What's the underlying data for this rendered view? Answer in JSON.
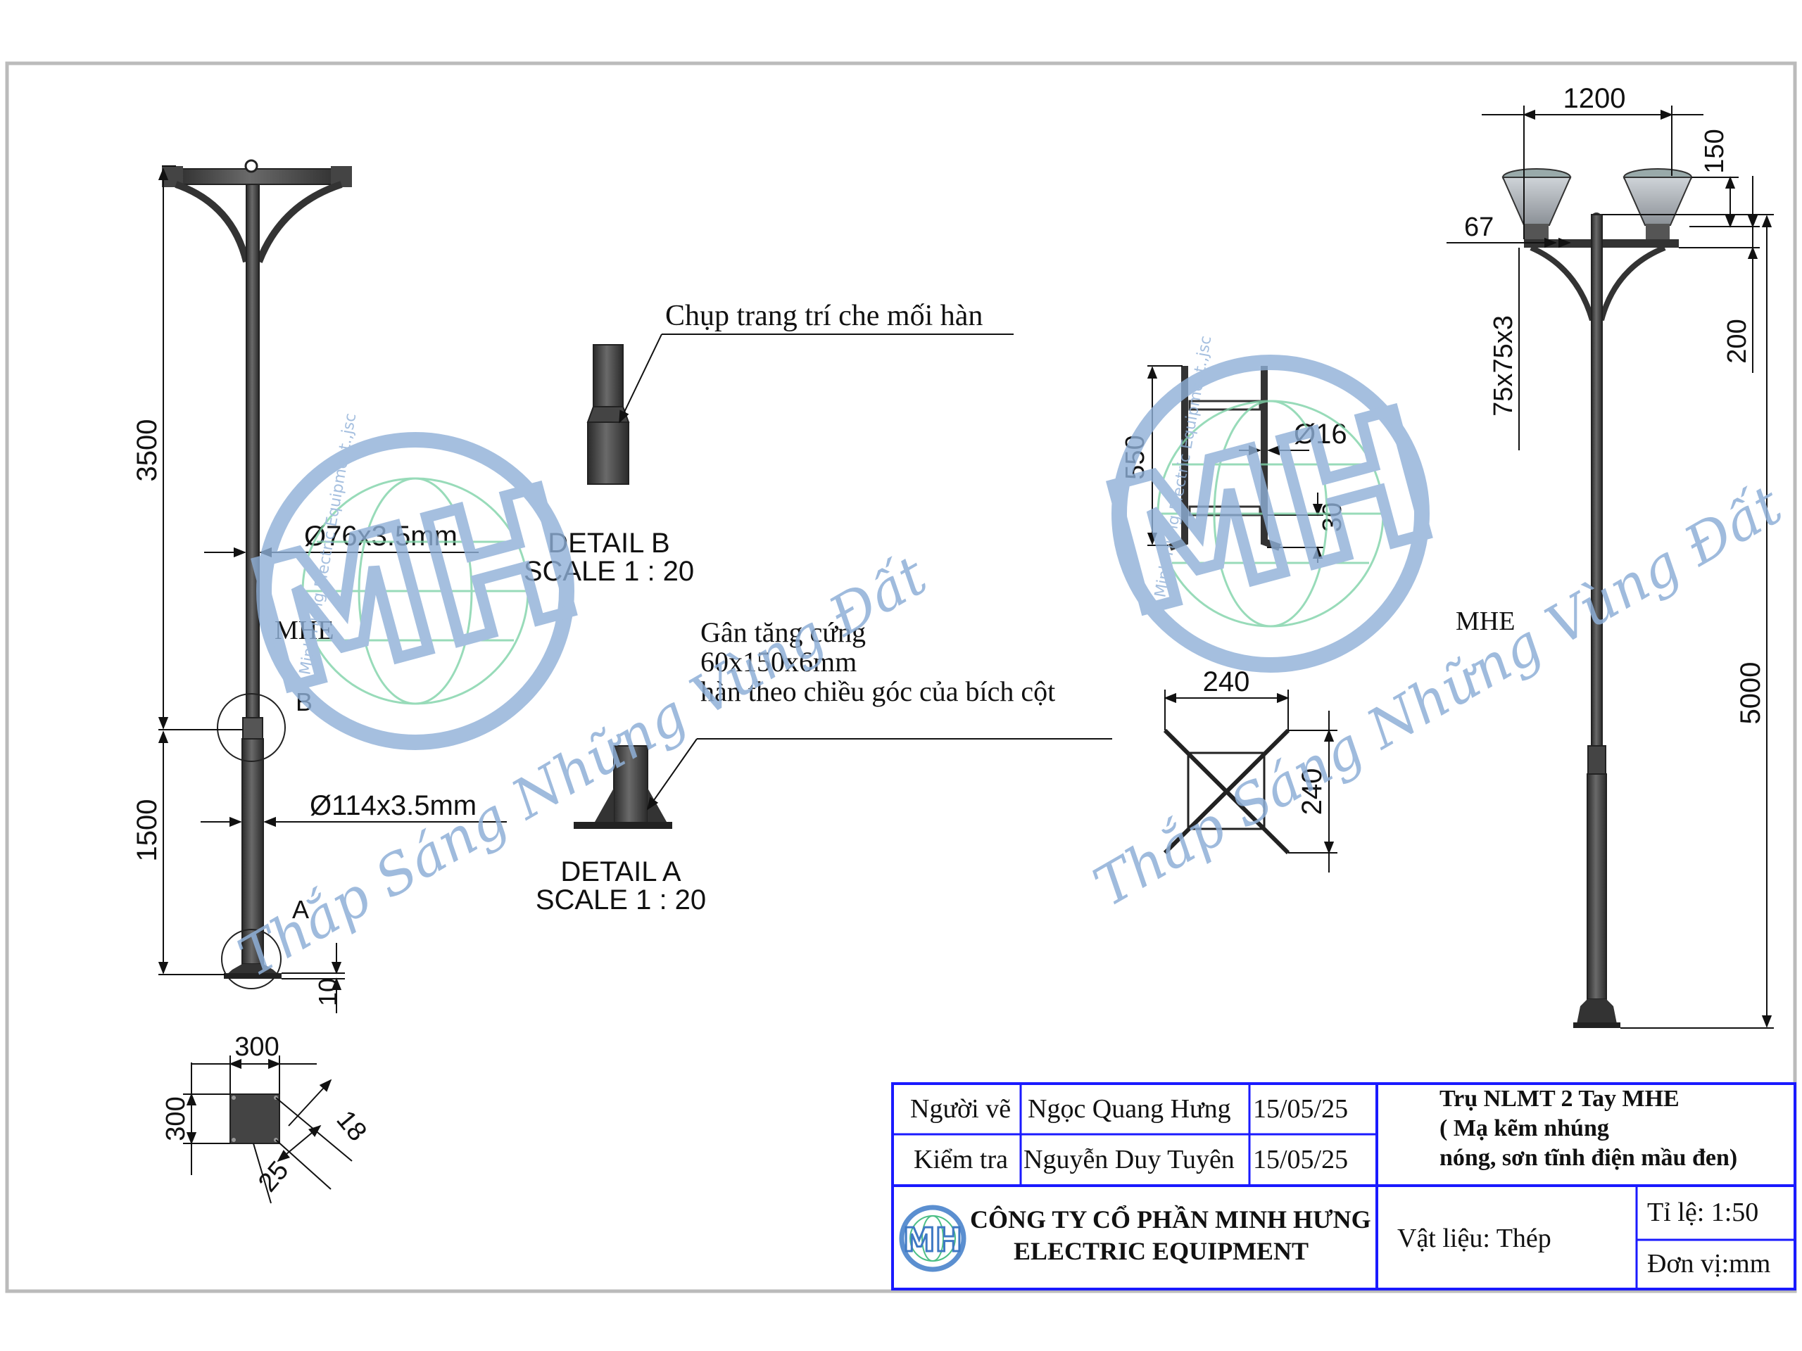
{
  "left_view": {
    "dim_upper": "3500",
    "dim_lower": "1500",
    "dim_base_height": "10",
    "upper_pipe": "Ø76x3.5mm",
    "lower_pipe": "Ø114x3.5mm",
    "label": "MHE",
    "marker_b": "B",
    "marker_a": "A"
  },
  "base_plate": {
    "width": "300",
    "height": "300",
    "hole": "18",
    "edge": "25"
  },
  "detail_b": {
    "callout": "Chụp trang trí che mối hàn",
    "title": "DETAIL B",
    "scale": "SCALE 1 : 20"
  },
  "detail_a": {
    "callout_line1": "Gân tăng cứng",
    "callout_line2": "60x150x6mm",
    "callout_line3": "hàn theo chiều góc của bích cột",
    "title": "DETAIL A",
    "scale": "SCALE 1 : 20"
  },
  "anchor_bolt": {
    "length": "550",
    "diameter": "Ø16",
    "hook": "30",
    "plan_width": "240",
    "plan_height": "240"
  },
  "right_view": {
    "arm_span": "1200",
    "lamp_height": "150",
    "offset": "67",
    "arm_rise": "200",
    "bracket": "75x75x3",
    "total_height": "5000",
    "label": "MHE"
  },
  "watermark": {
    "slogan": "Thắp Sáng Những Vùng Đất",
    "logo_ring": "Minh Hưng Electric Equipment.,jsc",
    "logo_letters": "MH"
  },
  "title_block": {
    "drawn_by_label": "Người vẽ",
    "drawn_by": "Ngọc Quang Hưng",
    "drawn_date": "15/05/25",
    "checked_label": "Kiểm tra",
    "checked_by": "Nguyễn Duy Tuyên",
    "checked_date": "15/05/25",
    "product_line1": "Trụ NLMT 2 Tay MHE",
    "product_line2": "( Mạ kẽm nhúng",
    "product_line3": "nóng, sơn tĩnh điện mầu đen)",
    "company_line1": "CÔNG TY CỔ PHẦN MINH HƯNG",
    "company_line2": "ELECTRIC EQUIPMENT",
    "material": "Vật liệu: Thép",
    "scale": "Tỉ lệ: 1:50",
    "unit": "Đơn vị:mm"
  },
  "colors": {
    "title_block_border": "#1a1aff",
    "pole": "#3a3a3a",
    "watermark": "#8fb0d8",
    "watermark_globe": "#7fd3a8"
  }
}
